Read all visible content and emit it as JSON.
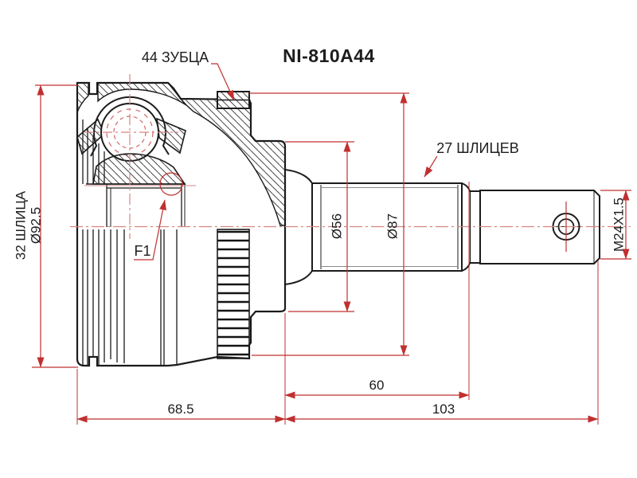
{
  "colors": {
    "dimension_red": "#c03030",
    "centerline_red": "#d58585",
    "outline_black": "#1b1b1b"
  },
  "header": {
    "part_number": "NI-810A44"
  },
  "callouts": {
    "abs_ring_teeth": "44 ЗУБЦА",
    "outer_shaft_splines": "27 ШЛИЦЕВ",
    "inner_splines": "32 ШЛИЦА",
    "fitting_mark": "F1"
  },
  "dimensions": {
    "body_diameter": "Ø92.5",
    "boot_seat_diameter": "Ø56",
    "abs_ring_diameter": "Ø87",
    "thread_spec": "M24X1.5",
    "bell_length": "68.5",
    "shaft_length": "103",
    "spline_length": "60"
  }
}
